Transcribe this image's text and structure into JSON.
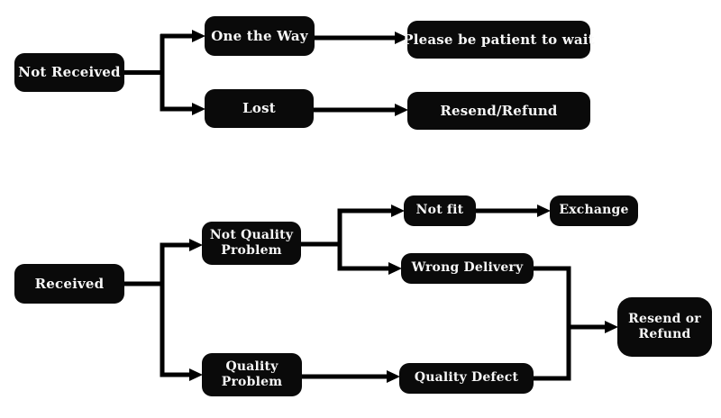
{
  "diagram": {
    "type": "flowchart",
    "background_color": "#ffffff",
    "node_fill_color": "#0a0a0a",
    "node_text_color": "#f7f7f7",
    "connector_color": "#000000",
    "nodes": {
      "not_received": {
        "label": "Not Received"
      },
      "one_the_way": {
        "label": "One the Way"
      },
      "please_wait": {
        "label": "Please be patient to wait"
      },
      "lost": {
        "label": "Lost"
      },
      "resend_refund": {
        "label": "Resend/Refund"
      },
      "received": {
        "label": "Received"
      },
      "not_quality_problem": {
        "label": "Not Quality Problem"
      },
      "quality_problem": {
        "label": "Quality Problem"
      },
      "not_fit": {
        "label": "Not fit"
      },
      "exchange": {
        "label": "Exchange"
      },
      "wrong_delivery": {
        "label": "Wrong Delivery"
      },
      "quality_defect": {
        "label": "Quality Defect"
      },
      "resend_or_refund": {
        "label": "Resend or Refund"
      }
    },
    "edges": [
      {
        "from": "Not Received",
        "to": "One the Way"
      },
      {
        "from": "Not Received",
        "to": "Lost"
      },
      {
        "from": "One the Way",
        "to": "Please be patient to wait"
      },
      {
        "from": "Lost",
        "to": "Resend/Refund"
      },
      {
        "from": "Received",
        "to": "Not Quality Problem"
      },
      {
        "from": "Received",
        "to": "Quality Problem"
      },
      {
        "from": "Not Quality Problem",
        "to": "Not fit"
      },
      {
        "from": "Not Quality Problem",
        "to": "Wrong Delivery"
      },
      {
        "from": "Not fit",
        "to": "Exchange"
      },
      {
        "from": "Quality Problem",
        "to": "Quality Defect"
      },
      {
        "from": "Wrong Delivery",
        "to": "Resend or Refund"
      },
      {
        "from": "Quality Defect",
        "to": "Resend or Refund"
      }
    ]
  }
}
